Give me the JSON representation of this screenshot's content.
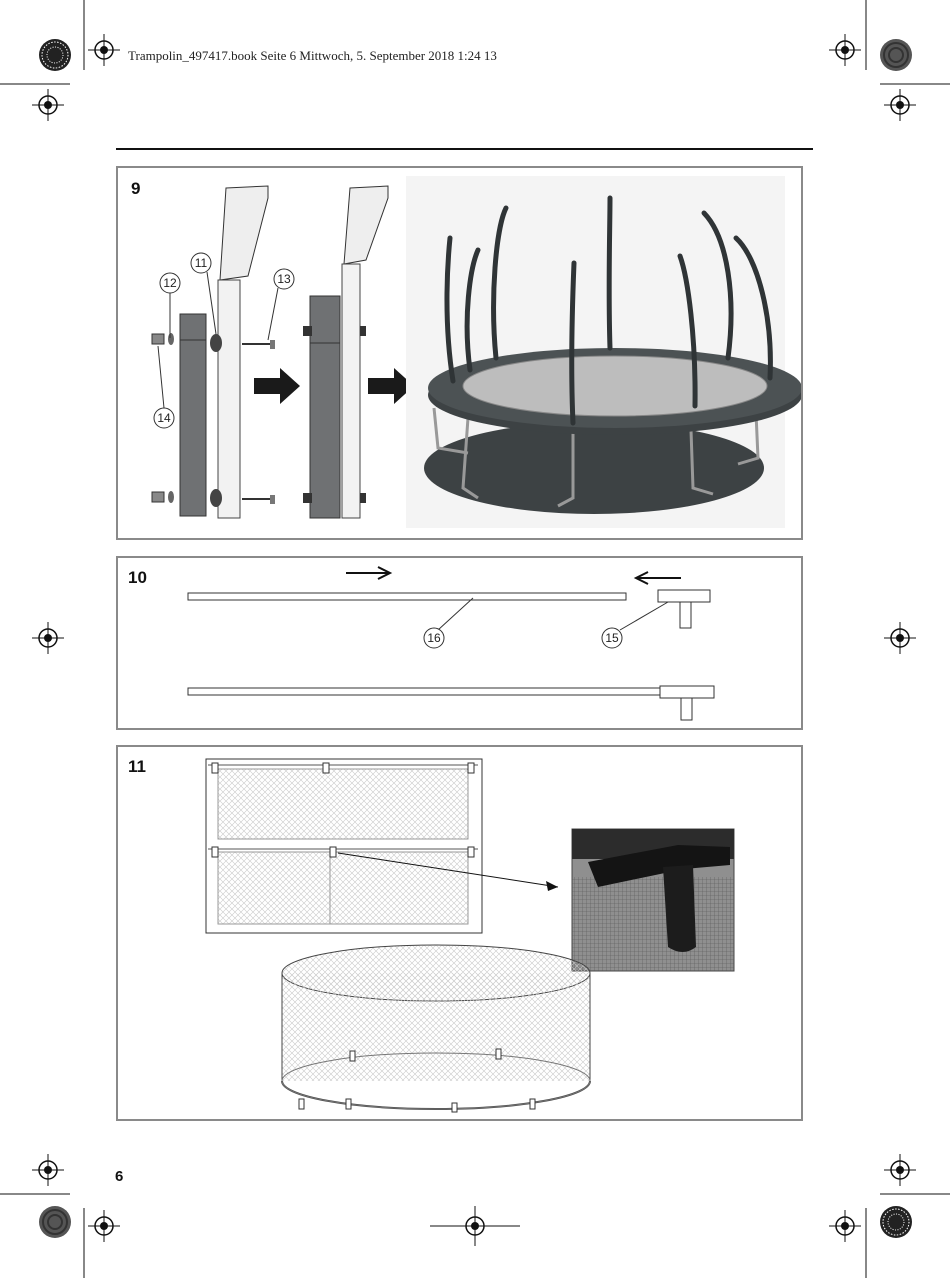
{
  "header": {
    "text": "Trampolin_497417.book  Seite 6  Mittwoch, 5. September 2018  1:24 13"
  },
  "figures": [
    {
      "number": "9",
      "callouts": [
        "11",
        "12",
        "13",
        "14"
      ]
    },
    {
      "number": "10",
      "callouts": [
        "16",
        "15"
      ]
    },
    {
      "number": "11",
      "callouts": []
    }
  ],
  "page_number": "6",
  "colors": {
    "border": "#8a8a8a",
    "dark_part": "#3d4244",
    "arrow": "#1a1a1a"
  }
}
